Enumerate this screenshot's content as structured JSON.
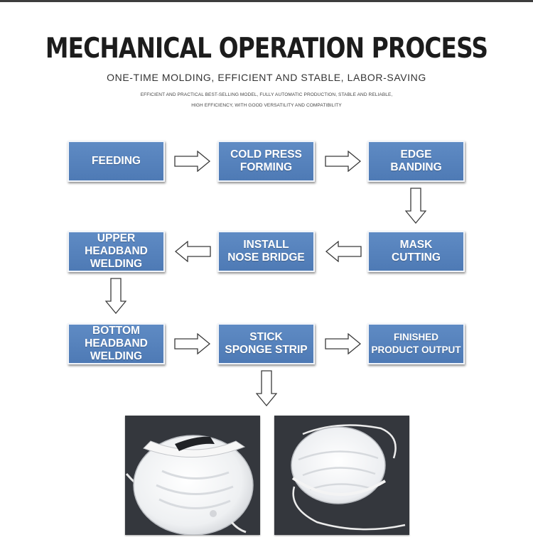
{
  "header": {
    "title": "MECHANICAL OPERATION PROCESS",
    "subtitle": "ONE-TIME MOLDING, EFFICIENT AND STABLE, LABOR-SAVING",
    "desc_line1": "EFFICIENT AND PRACTICAL BEST-SELLING MODEL, FULLY AUTOMATIC PRODUCTION, STABLE AND RELIABLE,",
    "desc_line2": "HIGH EFFICIENCY, WITH GOOD VERSATILITY AND COMPATIBILITY"
  },
  "steps": [
    {
      "label": "FEEDING"
    },
    {
      "label": "COLD PRESS\nFORMING"
    },
    {
      "label": "EDGE\nBANDING"
    },
    {
      "label": "MASK\nCUTTING"
    },
    {
      "label": "INSTALL\nNOSE BRIDGE"
    },
    {
      "label": "UPPER\nHEADBAND\nWELDING"
    },
    {
      "label": "BOTTOM\nHEADBAND\nWELDING"
    },
    {
      "label": "STICK\nSPONGE STRIP"
    },
    {
      "label": "FINISHED\nPRODUCT OUTPUT"
    }
  ],
  "colors": {
    "step_fill": "#5a86c0",
    "step_border": "#f2f5fa",
    "arrow_stroke": "#3a3a3a",
    "photo_background": "#34373d"
  },
  "photos": [
    {
      "name": "mask-front-photo"
    },
    {
      "name": "mask-side-photo"
    }
  ]
}
